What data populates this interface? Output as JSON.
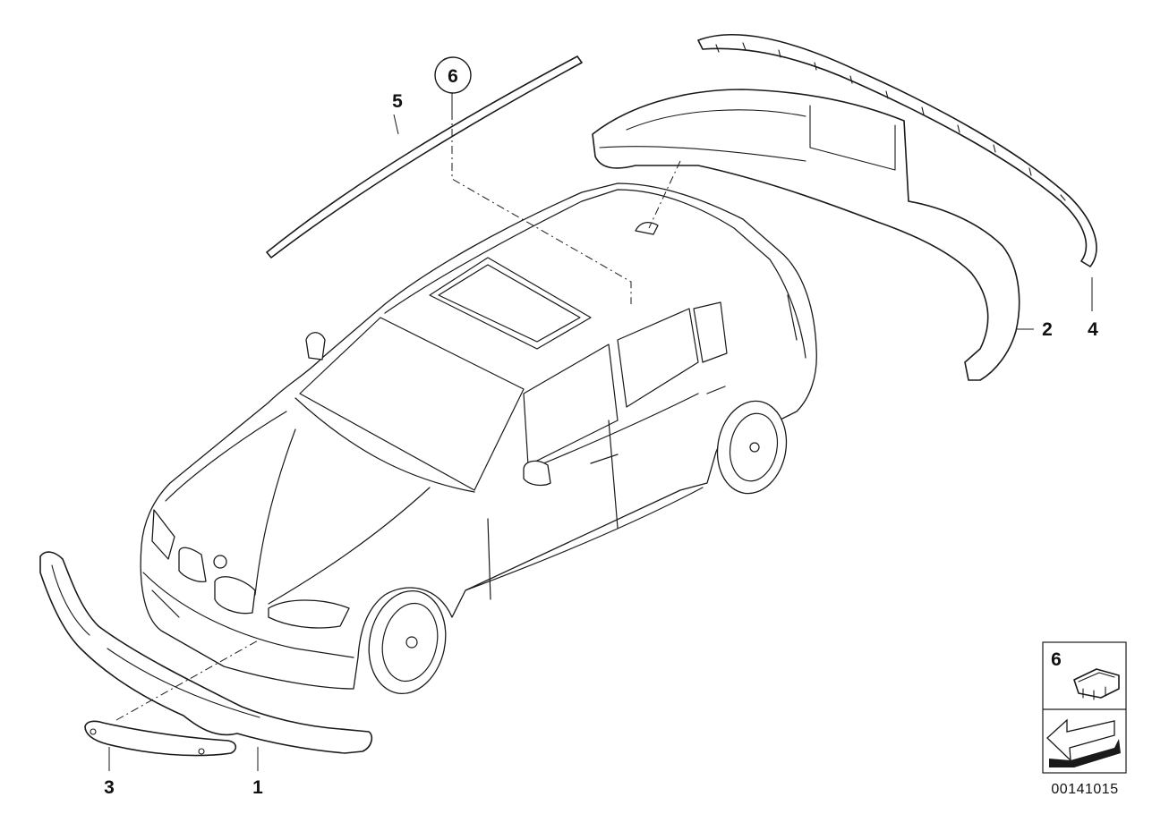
{
  "diagram": {
    "callouts": {
      "part_1": "1",
      "part_2": "2",
      "part_3": "3",
      "part_4": "4",
      "part_5": "5",
      "part_6": "6"
    },
    "legend_box": {
      "part_number": "6"
    },
    "document_number": "00141015"
  }
}
